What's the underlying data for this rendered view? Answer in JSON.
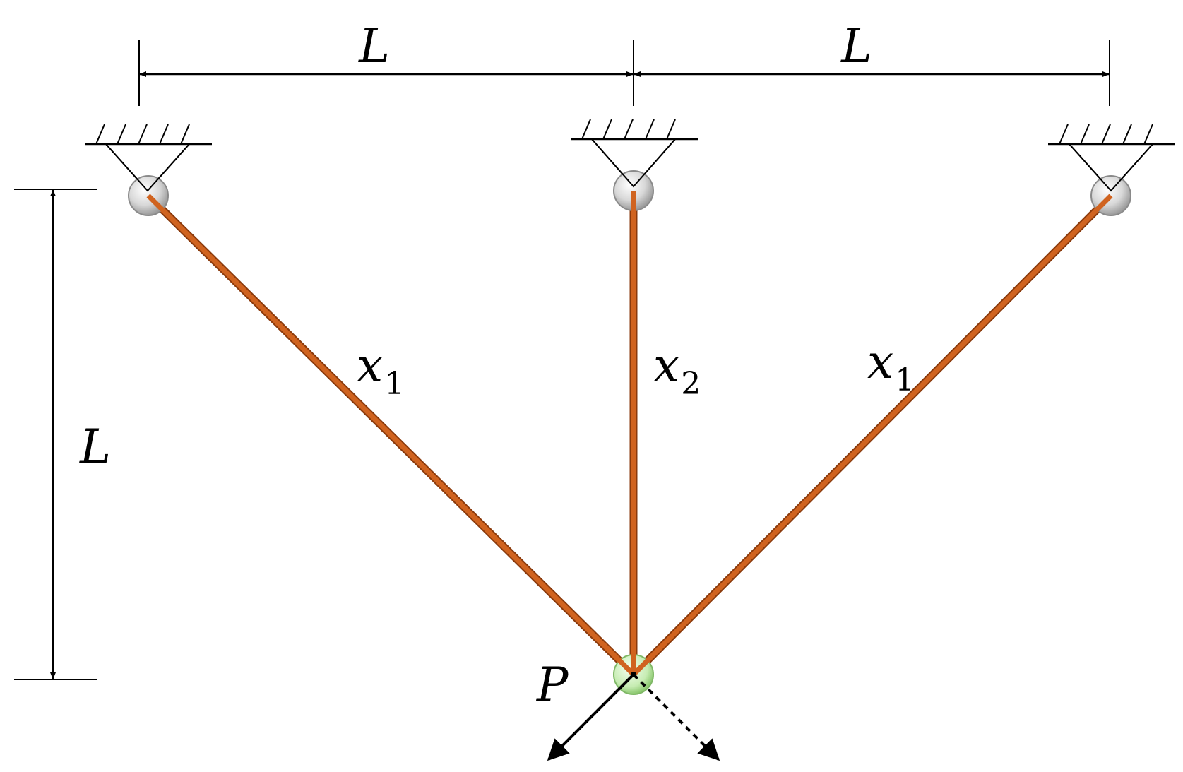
{
  "labels": {
    "dim_top_left": "L",
    "dim_top_right": "L",
    "dim_left": "L",
    "bar_left": {
      "var": "x",
      "sub": "1"
    },
    "bar_mid": {
      "var": "x",
      "sub": "2"
    },
    "bar_right": {
      "var": "x",
      "sub": "1"
    },
    "load": "P"
  },
  "colors": {
    "bar": "#d0631f",
    "bar_edge": "#8a3a0c",
    "joint": "#cfcfcf",
    "load_joint": "#bfe8a8",
    "line": "#000000"
  },
  "icons": {
    "support": "pin-support-icon",
    "load_arrow": "force-arrow-icon"
  }
}
